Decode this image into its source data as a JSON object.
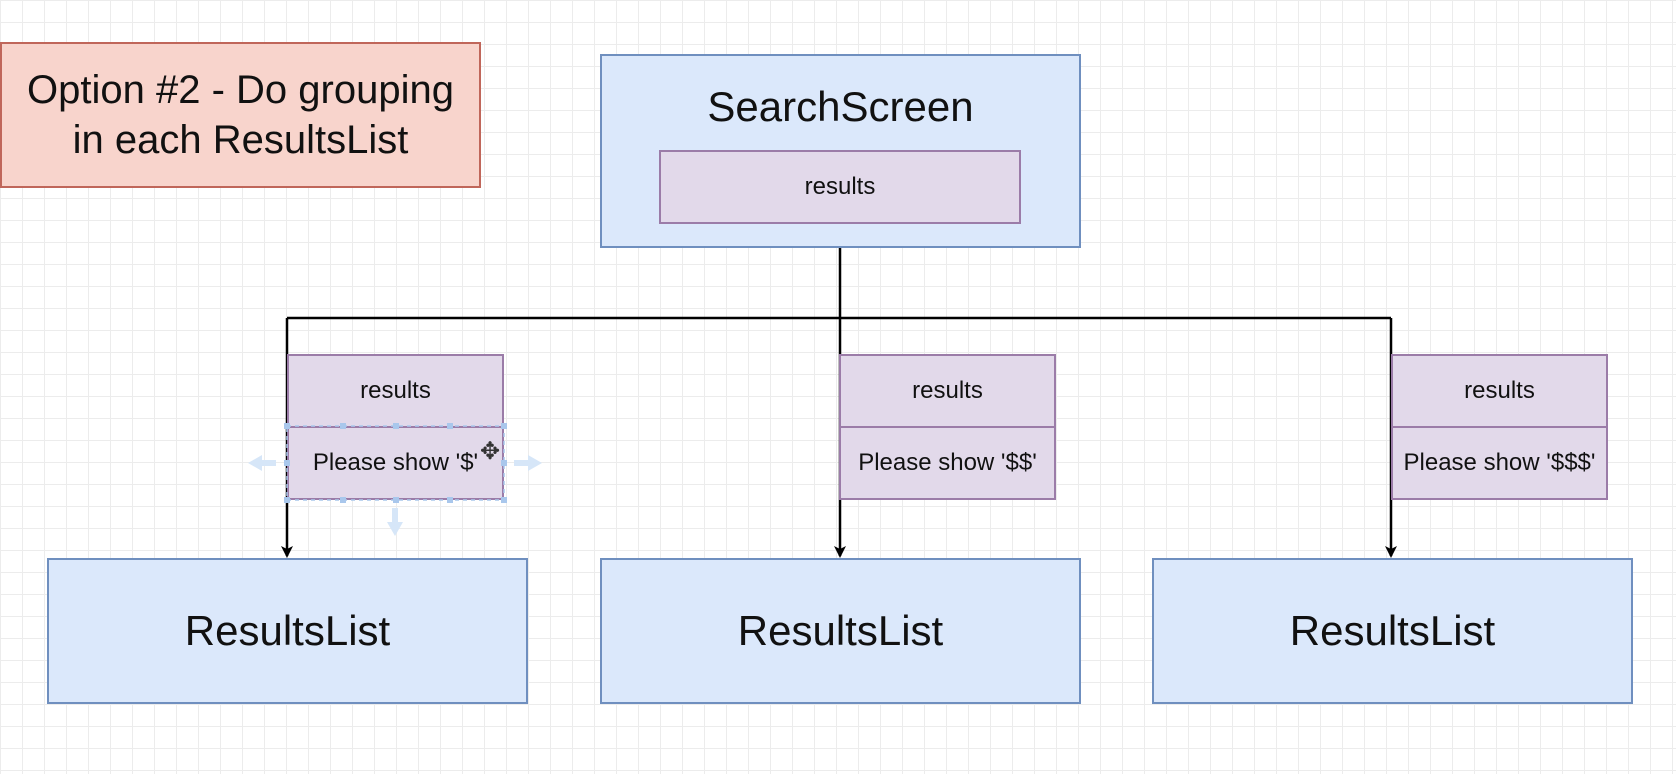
{
  "title_box": {
    "text": "Option #2 - Do grouping in each ResultsList"
  },
  "search_screen": {
    "label": "SearchScreen",
    "prop": "results"
  },
  "children": [
    {
      "prop_a": "results",
      "prop_b": "Please show '$'",
      "label": "ResultsList"
    },
    {
      "prop_a": "results",
      "prop_b": "Please show '$$'",
      "label": "ResultsList"
    },
    {
      "prop_a": "results",
      "prop_b": "Please show '$$$'",
      "label": "ResultsList"
    }
  ],
  "colors": {
    "title_fill": "#f8d4cc",
    "title_stroke": "#c0665a",
    "component_fill": "#dbe8fb",
    "component_stroke": "#6f8fbf",
    "prop_fill": "#e2d9ea",
    "prop_stroke": "#9b7ca8",
    "connector": "#000000",
    "selection_handle": "#a9c7ec"
  },
  "icons": {
    "move_cursor": "move-cursor-icon"
  }
}
